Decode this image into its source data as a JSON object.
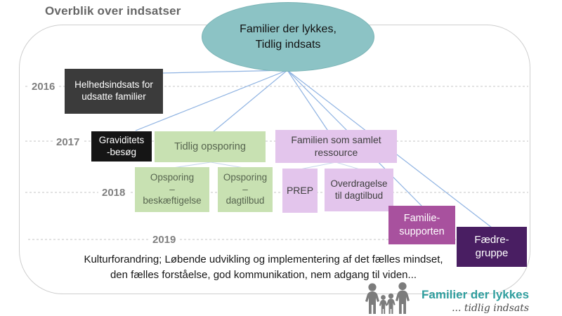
{
  "title": "Overblik over indsatser",
  "root": {
    "label": "Familier der lykkes,\nTidlig indsats"
  },
  "years": {
    "y2016": "2016",
    "y2017": "2017",
    "y2018": "2018",
    "y2019": "2019"
  },
  "nodes": {
    "helhedsindsats": {
      "label": "Helhedsindsats for\nudsatte familier"
    },
    "graviditetsbesoeg": {
      "label": "Graviditets\n-besøg"
    },
    "tidlig_opsporing": {
      "label": "Tidlig opsporing"
    },
    "familien_samlet": {
      "label": "Familien som samlet\nressource"
    },
    "opsporing_beskaeftigelse": {
      "label": "Opsporing\n–\nbeskæftigelse"
    },
    "opsporing_dagtilbud": {
      "label": "Opsporing\n–\ndagtilbud"
    },
    "prep": {
      "label": "PREP"
    },
    "overdragelse": {
      "label": "Overdragelse\ntil dagtilbud"
    },
    "familiesupporten": {
      "label": "Familie-\nsupporten"
    },
    "faedregruppe": {
      "label": "Fædre-\ngruppe"
    }
  },
  "bottom_text": "Kulturforandring; Løbende udvikling og implementering af det fælles mindset,\nden fælles forståelse, god kommunikation, nem adgang til viden...",
  "logo": {
    "name": "Familier der lykkes",
    "tagline": "... tidlig indsats"
  },
  "colors": {
    "teal": "#8cc3c5",
    "teal_border": "#7ab4b6",
    "dark_gray_box": "#3b3b3b",
    "black_box": "#151515",
    "green_box": "#c8e1b2",
    "lavender_box": "#e3c5ec",
    "purple_box": "#a8519e",
    "dark_purple_box": "#491e62",
    "connector_blue": "#8fb3e2",
    "dashed_gray": "#c6c6c6"
  }
}
